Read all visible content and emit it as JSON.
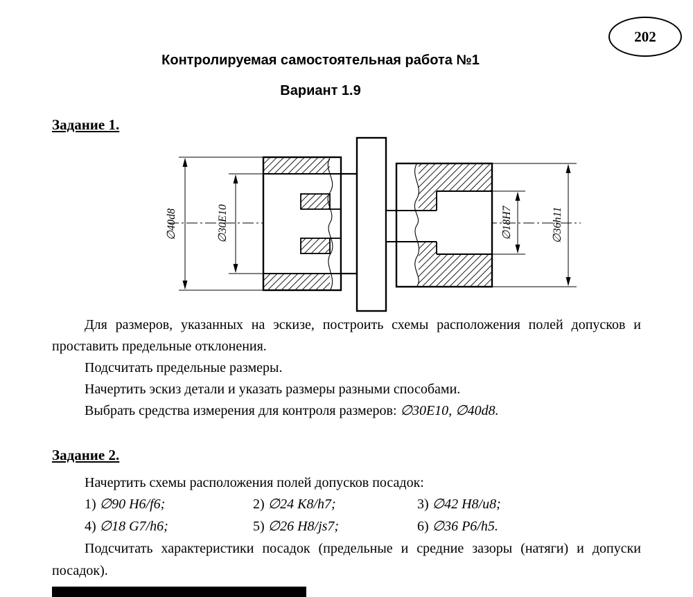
{
  "page_number": "202",
  "header": {
    "title": "Контролируемая самостоятельная работа №1",
    "variant": "Вариант 1.9"
  },
  "task1": {
    "heading": "Задание 1.",
    "drawing": {
      "d40": "∅40d8",
      "d30": "∅30E10",
      "d18": "∅18H7",
      "d36": "∅36h11"
    },
    "p1": "Для размеров, указанных на эскизе, построить схемы расположения полей допусков и проставить предельные отклонения.",
    "p2": "Подсчитать предельные размеры.",
    "p3": "Начертить эскиз детали и указать размеры разными способами.",
    "p4_text": "Выбрать средства измерения для контроля размеров: ",
    "p4_italic": "∅30E10, ∅40d8."
  },
  "task2": {
    "heading": "Задание 2.",
    "intro": "Начертить схемы расположения полей допусков посадок:",
    "fits": [
      {
        "num": "1)",
        "val": "∅90 H6/f6;"
      },
      {
        "num": "2)",
        "val": "∅24 K8/h7;"
      },
      {
        "num": "3)",
        "val": "∅42 H8/u8;"
      },
      {
        "num": "4)",
        "val": "∅18 G7/h6;"
      },
      {
        "num": "5)",
        "val": "∅26 H8/js7;"
      },
      {
        "num": "6)",
        "val": "∅36 P6/h5."
      }
    ],
    "outro": "Подсчитать характеристики посадок (предельные и средние зазоры (натяги) и допуски посадок)."
  }
}
